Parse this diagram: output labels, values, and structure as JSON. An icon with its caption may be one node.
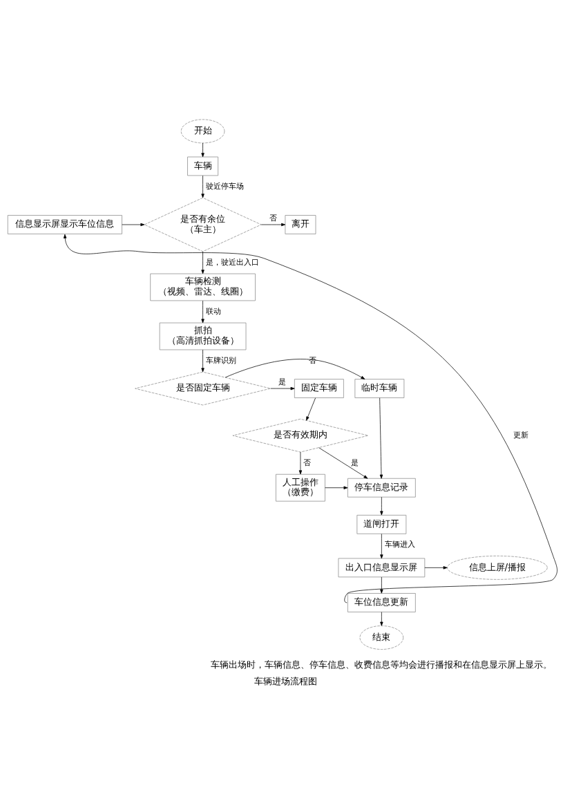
{
  "diagram": {
    "caption": "车辆进场流程图",
    "nodes": [
      {
        "text": [
          "开始"
        ]
      },
      {
        "text": [
          "车辆"
        ]
      },
      {
        "text": [
          "信息显示屏显示车位信息"
        ]
      },
      {
        "text": [
          "是否有余位",
          "（车主）"
        ]
      },
      {
        "text": [
          "离开"
        ]
      },
      {
        "text": [
          "车辆检测",
          "（视频、雷达、线圈）"
        ]
      },
      {
        "text": [
          "抓拍",
          "（高清抓拍设备）"
        ]
      },
      {
        "text": [
          "固定车辆"
        ]
      },
      {
        "text": [
          "是否固定车辆"
        ]
      },
      {
        "text": [
          "临时车辆"
        ]
      },
      {
        "text": [
          "是否有效期内"
        ]
      },
      {
        "text": [
          "人工操作",
          "（缴费）"
        ]
      },
      {
        "text": [
          "停车信息记录"
        ]
      },
      {
        "text": [
          "道闸打开"
        ]
      },
      {
        "text": [
          "出入口信息显示屏"
        ]
      },
      {
        "text": [
          "信息上屏/播报"
        ]
      },
      {
        "text": [
          "车位信息更新"
        ]
      },
      {
        "text": [
          "结束"
        ]
      }
    ],
    "edges": [
      {
        "from": 0,
        "to": 1,
        "arrow": "to"
      },
      {
        "from": 1,
        "to": 3,
        "arrow": "to",
        "label": "驶近停车场"
      },
      {
        "from": 2,
        "to": 3,
        "arrow": "to"
      },
      {
        "from": 3,
        "to": 4,
        "arrow": "to",
        "label": "否"
      },
      {
        "from": 3,
        "to": 5,
        "arrow": "to",
        "label": "是，驶近出入口"
      },
      {
        "from": 5,
        "to": 6,
        "arrow": "to",
        "label": "联动"
      },
      {
        "from": 6,
        "to": 8,
        "arrow": "to",
        "label": "车牌识别"
      },
      {
        "from": 8,
        "to": 7,
        "arrow": "to",
        "label": "是"
      },
      {
        "from": 8,
        "to": 9,
        "arrow": "to",
        "label": "否"
      },
      {
        "from": 7,
        "to": 10,
        "arrow": "to"
      },
      {
        "from": 10,
        "to": 12,
        "arrow": "to",
        "label": "是"
      },
      {
        "from": 10,
        "to": 11,
        "arrow": "to",
        "label": "否"
      },
      {
        "from": 11,
        "to": 12,
        "arrow": "to"
      },
      {
        "from": 9,
        "to": 12,
        "arrow": "to"
      },
      {
        "from": 12,
        "to": 13,
        "arrow": "to"
      },
      {
        "from": 13,
        "to": 14,
        "arrow": "to",
        "label": "车辆进入"
      },
      {
        "from": 14,
        "to": 15,
        "arrow": "to"
      },
      {
        "from": 14,
        "to": 16,
        "arrow": "to"
      },
      {
        "from": 16,
        "to": 2,
        "arrow": "to",
        "label": "更新"
      },
      {
        "from": 16,
        "to": 17,
        "arrow": "to"
      }
    ],
    "labels": [
      "车辆出场时，车辆信息、停车信息、收费信息等均会进行播报和在信息显示屏上显示。"
    ]
  }
}
